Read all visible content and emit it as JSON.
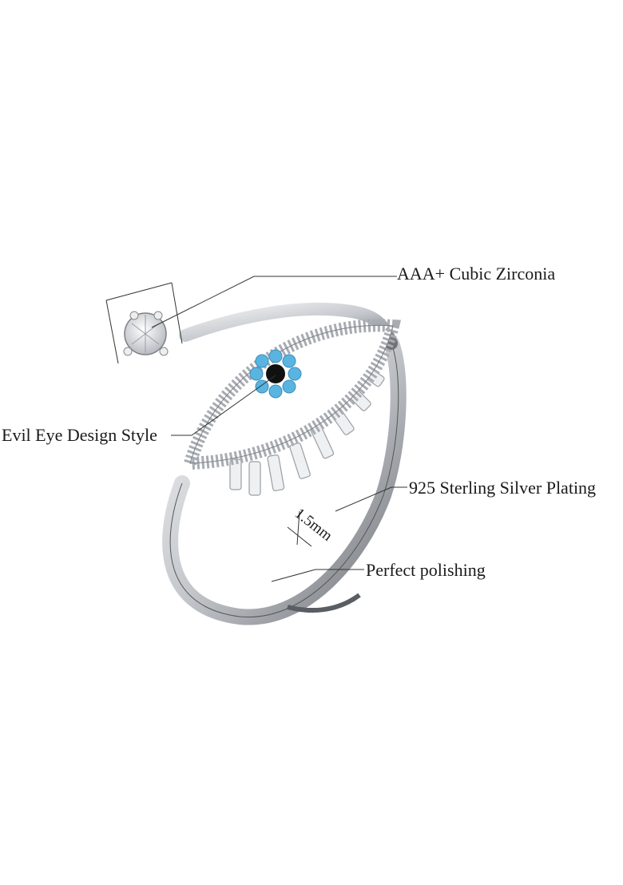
{
  "callouts": {
    "zirconia": "AAA+ Cubic Zirconia",
    "design": "Evil Eye Design Style",
    "plating": "925 Sterling Silver Plating",
    "polishing": "Perfect polishing"
  },
  "dimension": "1.5mm",
  "colors": {
    "silver": "#c9ccd1",
    "turquoise": "#5ab4e0",
    "pupil": "#111111"
  }
}
